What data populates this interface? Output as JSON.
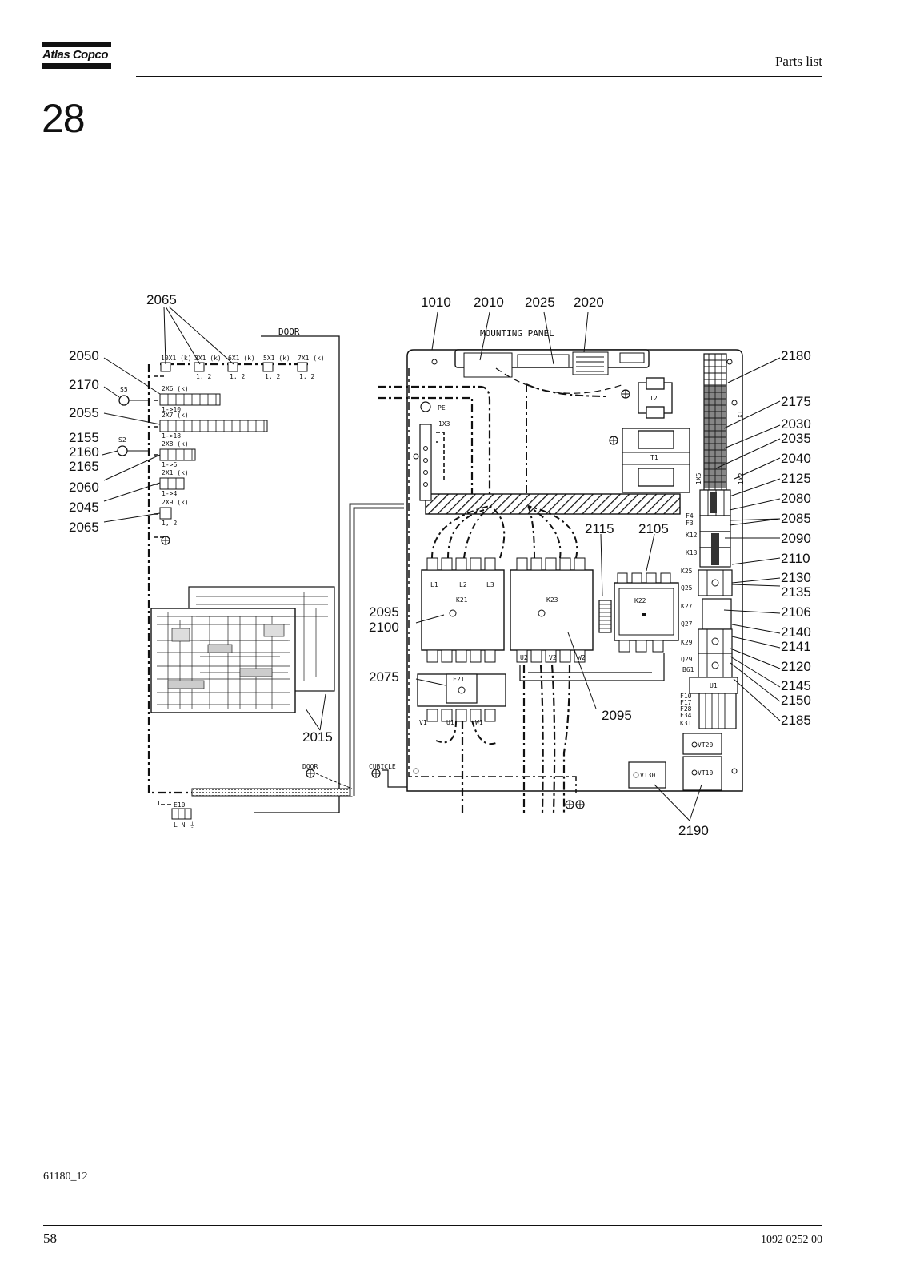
{
  "header": {
    "brand": "Atlas Copco",
    "title": "Parts list",
    "section_number": "28"
  },
  "footer": {
    "figure_ref": "61180_12",
    "page_number": "58",
    "doc_number": "1092 0252 00"
  },
  "diagram": {
    "panel_labels": {
      "door": "DOOR",
      "mounting_panel": "MOUNTING PANEL",
      "door_ground": "DOOR",
      "cubicle_ground": "CUBICLE",
      "pe": "PE",
      "x3": "1X3",
      "x1": "1X1",
      "x2": "1X2",
      "x5": "1X5"
    },
    "connectors_top": [
      "10X1 (k)",
      "3X1 (k)",
      "6X1 (k)",
      "5X1 (k)",
      "7X1 (k)"
    ],
    "connector_pins": "1, 2",
    "connectors_side": [
      {
        "name": "2X6 (k)",
        "range": "1->10"
      },
      {
        "name": "2X7 (k)",
        "range": "1->18"
      },
      {
        "name": "2X8 (k)",
        "range": "1->6"
      },
      {
        "name": "2X1 (k)",
        "range": "1->4"
      },
      {
        "name": "2X9 (k)",
        "range": "1, 2"
      }
    ],
    "switch_labels": [
      "S5",
      "S2"
    ],
    "e10": {
      "name": "E10",
      "pins": "L N ⏚"
    },
    "terminals": [
      "L1",
      "L2",
      "L3",
      "U2",
      "V2",
      "W2",
      "V1",
      "U1",
      "W1"
    ],
    "device_labels": {
      "k21": "K21",
      "k23": "K23",
      "k22": "K22",
      "f21": "F21",
      "t1": "T1",
      "t2": "T2",
      "vt30": "VT30",
      "vt20": "VT20",
      "vt10": "VT10",
      "u1": "U1"
    },
    "rail_labels": [
      "F4",
      "F3",
      "K12",
      "K13",
      "K25",
      "Q25",
      "K27",
      "Q27",
      "K29",
      "Q29",
      "B61",
      "F10",
      "F17",
      "F28",
      "F34",
      "K31"
    ],
    "callouts": {
      "c2065_top": "2065",
      "c1010": "1010",
      "c2010": "2010",
      "c2025": "2025",
      "c2020": "2020",
      "c2180": "2180",
      "c2175": "2175",
      "c2030": "2030",
      "c2035": "2035",
      "c2040": "2040",
      "c2125": "2125",
      "c2080": "2080",
      "c2085": "2085",
      "c2090": "2090",
      "c2110": "2110",
      "c2130": "2130",
      "c2135": "2135",
      "c2106": "2106",
      "c2140": "2140",
      "c2141": "2141",
      "c2120": "2120",
      "c2145": "2145",
      "c2150": "2150",
      "c2185": "2185",
      "c2050": "2050",
      "c2170": "2170",
      "c2055": "2055",
      "c2155": "2155",
      "c2160": "2160",
      "c2165": "2165",
      "c2060": "2060",
      "c2045": "2045",
      "c2065_left": "2065",
      "c2115": "2115",
      "c2105": "2105",
      "c2095_left": "2095",
      "c2100": "2100",
      "c2075": "2075",
      "c2095_right": "2095",
      "c2015": "2015",
      "c2190": "2190"
    }
  }
}
